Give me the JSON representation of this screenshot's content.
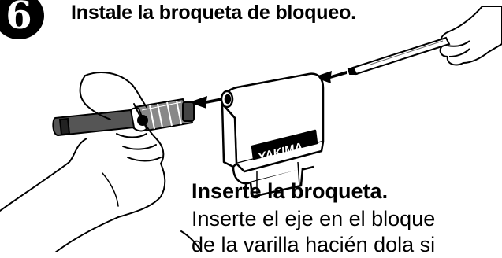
{
  "step": {
    "number": "6",
    "title": "Instale la broqueta de bloqueo."
  },
  "illustration": {
    "brand_label": "YAKIMA",
    "icons": [
      "hand-holding-skewer-icon",
      "rack-block-icon",
      "hand-holding-lock-core-icon",
      "insert-arrow-icon"
    ]
  },
  "caption": {
    "title": "Inserte la broqueta.",
    "body_lines": [
      "Inserte el eje en el bloque",
      "de la varilla hacién dola si"
    ]
  }
}
